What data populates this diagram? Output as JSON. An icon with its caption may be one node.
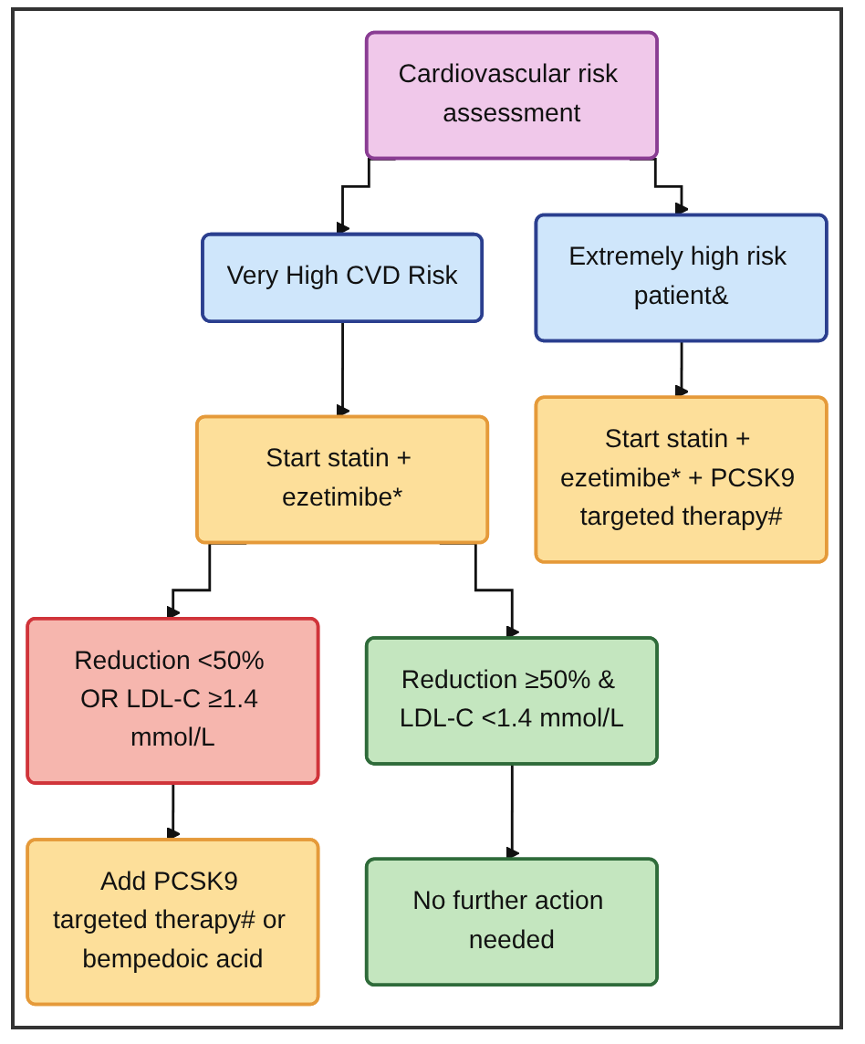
{
  "diagram": {
    "nodes": [
      {
        "text": [
          "Cardiovascular risk assessment"
        ]
      },
      {
        "text": [
          "Very High CVD Risk"
        ]
      },
      {
        "text": [
          "Extremely high risk patient&"
        ]
      },
      {
        "text": [
          "Start statin + ezetimibe*"
        ]
      },
      {
        "text": [
          "Start statin + ezetimibe* + PCSK9 targeted therapy#"
        ]
      },
      {
        "text": [
          "Reduction <50% OR LDL-C ≥1.4 mmol/L"
        ]
      },
      {
        "text": [
          "Reduction ≥50% & LDL-C <1.4 mmol/L"
        ]
      },
      {
        "text": [
          "Add PCSK9 targeted therapy# or bempedoic acid"
        ]
      },
      {
        "text": [
          "No further action needed"
        ]
      }
    ],
    "edges": [
      {
        "from": 0,
        "to": 1,
        "arrow": "to"
      },
      {
        "from": 0,
        "to": 2,
        "arrow": "to"
      },
      {
        "from": 1,
        "to": 3,
        "arrow": "to"
      },
      {
        "from": 2,
        "to": 4,
        "arrow": "to"
      },
      {
        "from": 3,
        "to": 5,
        "arrow": "to"
      },
      {
        "from": 3,
        "to": 6,
        "arrow": "to"
      },
      {
        "from": 5,
        "to": 7,
        "arrow": "to"
      },
      {
        "from": 6,
        "to": 8,
        "arrow": "to"
      }
    ]
  }
}
